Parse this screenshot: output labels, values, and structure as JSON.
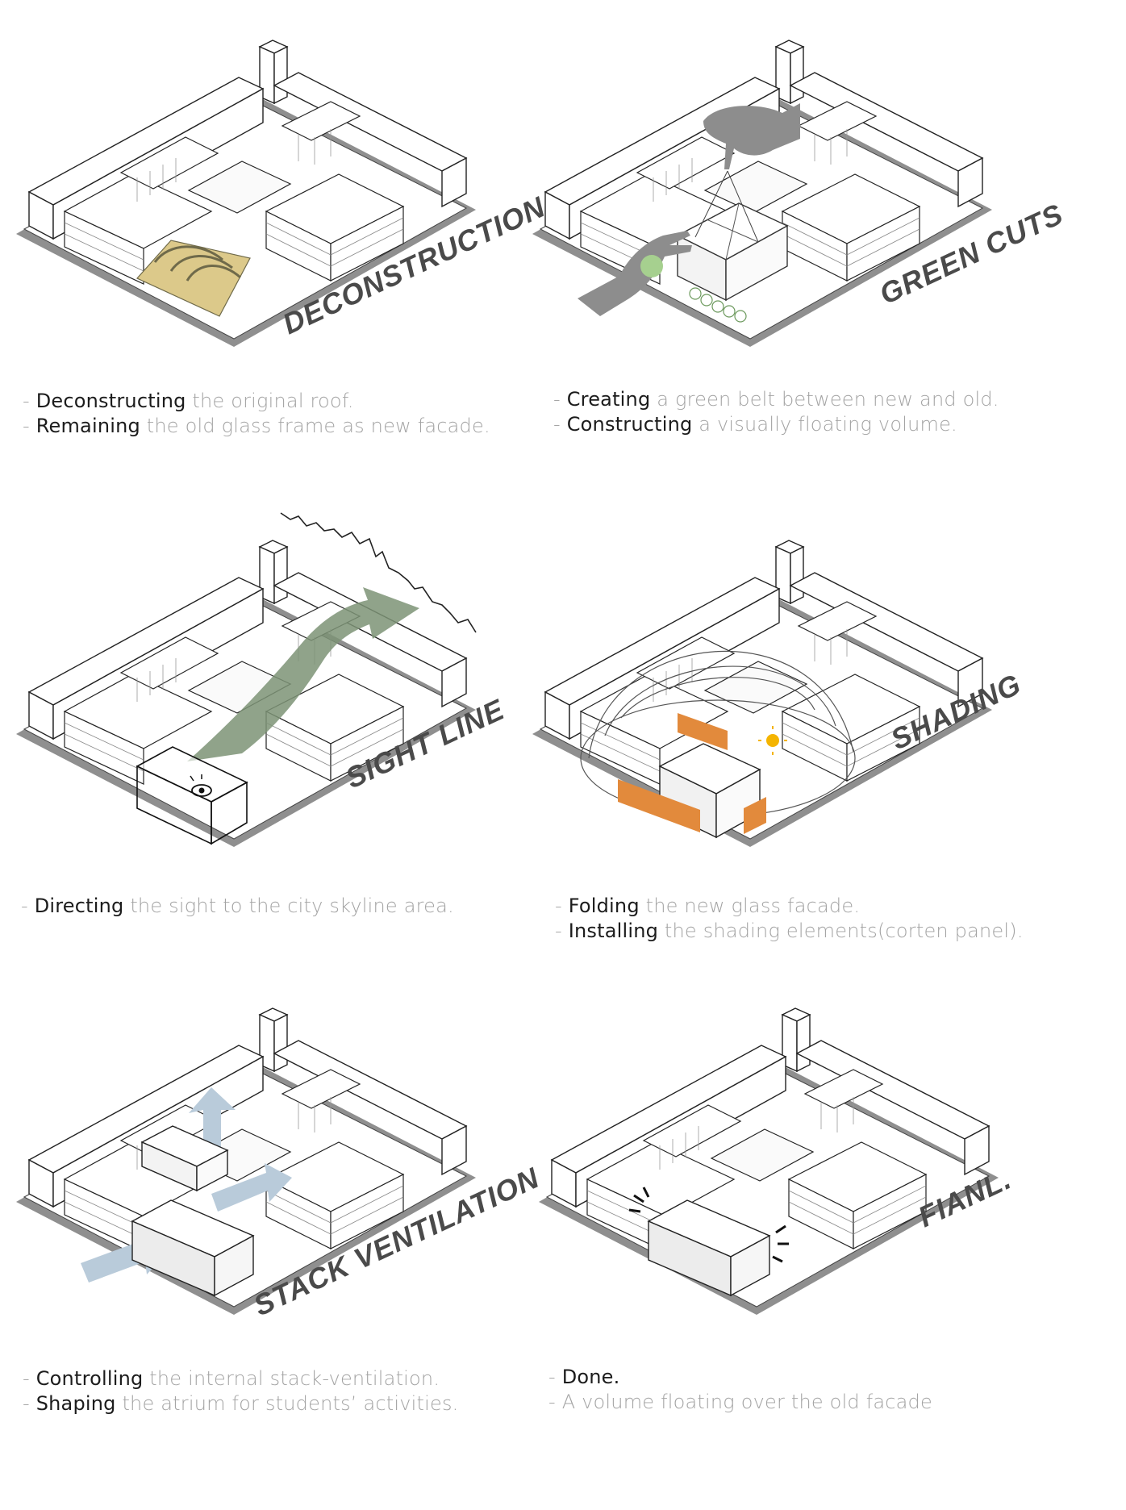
{
  "colors": {
    "label": "#4a4a4a",
    "caption_keyword": "#1c1c1c",
    "caption_text": "#a3a3a3",
    "ground": "#8f8f8f",
    "roof_highlight": "#dcc98a",
    "green": "#a6d08f",
    "sight_arrow": "#7d9376",
    "corten": "#e28a3c",
    "airflow": "#b9cbda",
    "sun": "#f4b400"
  },
  "stages": [
    {
      "label": "DECONSTRUCTION",
      "icon": "roof-removal-icon",
      "caption": [
        {
          "prefix": "- ",
          "keyword": "Deconstructing",
          "rest": " the original roof."
        },
        {
          "prefix": "- ",
          "keyword": "Remaining",
          "rest": " the old glass frame as new facade."
        }
      ]
    },
    {
      "label": "GREEN CUTS",
      "icon": "hands-icon",
      "caption": [
        {
          "prefix": "- ",
          "keyword": "Creating",
          "rest": " a green belt between new and old."
        },
        {
          "prefix": "- ",
          "keyword": "Constructing",
          "rest": " a visually floating volume."
        }
      ]
    },
    {
      "label": "SIGHT LINE",
      "icon": "eye-icon",
      "caption": [
        {
          "prefix": "- ",
          "keyword": "Directing",
          "rest": " the sight to the city skyline area."
        }
      ]
    },
    {
      "label": "SHADING",
      "icon": "sun-icon",
      "caption": [
        {
          "prefix": "- ",
          "keyword": "Folding",
          "rest": " the new glass facade."
        },
        {
          "prefix": "- ",
          "keyword": "Installing",
          "rest": " the shading elements(corten panel)."
        }
      ]
    },
    {
      "label": "STACK VENTILATION",
      "icon": "airflow-arrow-icon",
      "caption": [
        {
          "prefix": "- ",
          "keyword": "Controlling",
          "rest": " the internal stack-ventilation."
        },
        {
          "prefix": "- ",
          "keyword": "Shaping",
          "rest": " the atrium for students’ activities."
        }
      ]
    },
    {
      "label": "FIANL.",
      "icon": "sparkle-icon",
      "caption": [
        {
          "prefix": "- ",
          "keyword": "Done.",
          "rest": ""
        },
        {
          "prefix": "- ",
          "keyword": "",
          "rest": "A volume floating over the old facade"
        }
      ]
    }
  ]
}
